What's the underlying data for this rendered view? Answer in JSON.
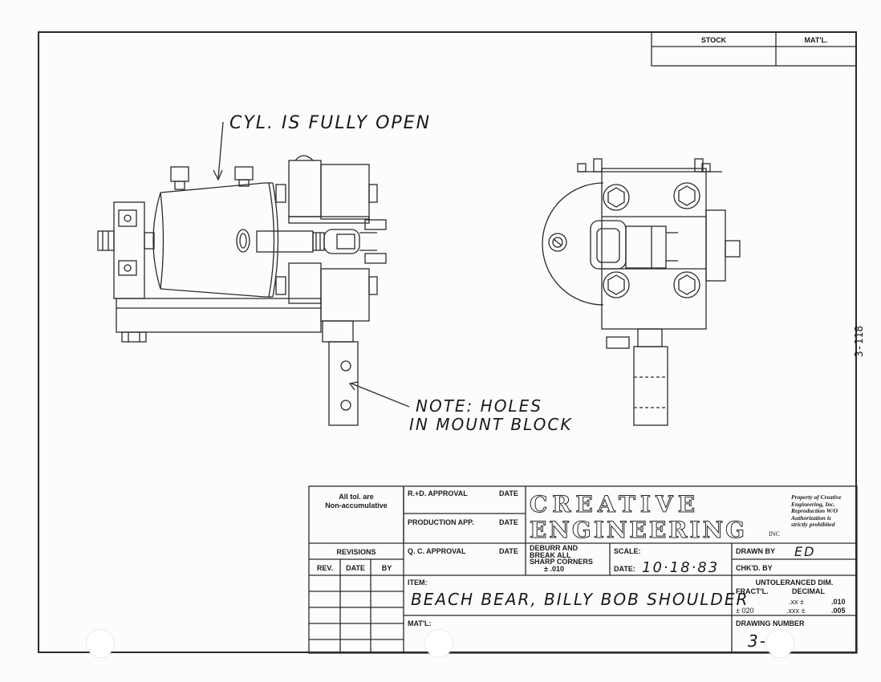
{
  "stock_block": {
    "stock_label": "STOCK",
    "material_label": "MAT'L."
  },
  "sheet_number": "3-118",
  "annotations": {
    "cylinder_note": "CYL. IS FULLY OPEN",
    "note_line1": "NOTE: HOLES",
    "note_line2": "IN MOUNT BLOCK"
  },
  "title_block": {
    "tolerance_note_line1": "All tol. are",
    "tolerance_note_line2": "Non-accumulative",
    "rd_approval": "R.+D. APPROVAL",
    "production_approval": "PRODUCTION APP.",
    "qc_approval": "Q. C. APPROVAL",
    "date_label": "DATE",
    "revisions": "REVISIONS",
    "rev_col": "REV.",
    "date_col": "DATE",
    "by_col": "BY",
    "company_line1": "CREATIVE",
    "company_line2": "ENGINEERING",
    "company_suffix": "INC",
    "property_note_1": "Property of Creative",
    "property_note_2": "Engineering, Inc.",
    "property_note_3": "Reproduction W/O",
    "property_note_4": "Authorization is",
    "property_note_5": "strictly prohibited",
    "deburr_1": "DEBURR AND",
    "deburr_2": "BREAK ALL",
    "deburr_3": "SHARP CORNERS",
    "deburr_4": "±   .010",
    "scale_label": "SCALE:",
    "date_field_label": "DATE:",
    "date_value": "10·18·83",
    "drawn_by_label": "DRAWN BY",
    "drawn_by_value": "ED",
    "checked_by_label": "CHK'D. BY",
    "item_label": "ITEM:",
    "item_value": "BEACH BEAR, BILLY BOB SHOULDER",
    "untoleranced_label": "UNTOLERANCED DIM.",
    "fract_label": "FRACT'L.",
    "decimal_label": "DECIMAL",
    "xx_label": ".xx ±",
    "xx_value": ".010",
    "fract_value": "± 020",
    "xxx_label": ".xxx ±",
    "xxx_value": ".005",
    "material_label": "MAT'L:",
    "drawing_number_label": "DRAWING NUMBER",
    "drawing_number_value": "3-( 3"
  }
}
